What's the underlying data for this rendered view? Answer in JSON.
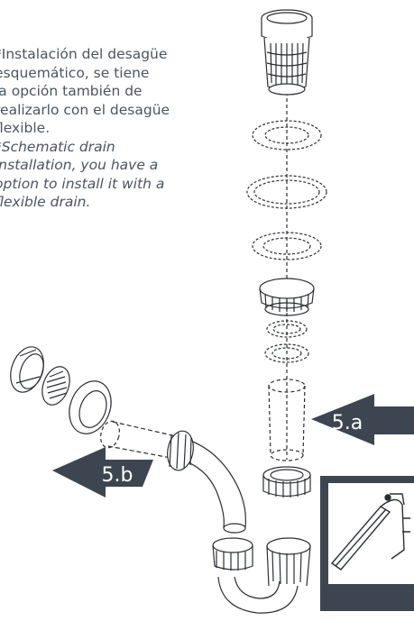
{
  "note": {
    "es": "*Instalación del desagüe\nesquemático, se tiene\nla opción también de\nrealizarlo con el desagüe\nflexible.",
    "en": "*Schematic drain\ninstallation, you have a\noption to install it with a\nflexible drain."
  },
  "arrows": {
    "a_label": "5.a",
    "b_label": "5.b"
  },
  "colors": {
    "arrow": "#3d4650",
    "line": "#2b2f33",
    "tool_panel": "#3d4650"
  },
  "icons": [
    "drain-cap-icon",
    "hacksaw-icon"
  ]
}
